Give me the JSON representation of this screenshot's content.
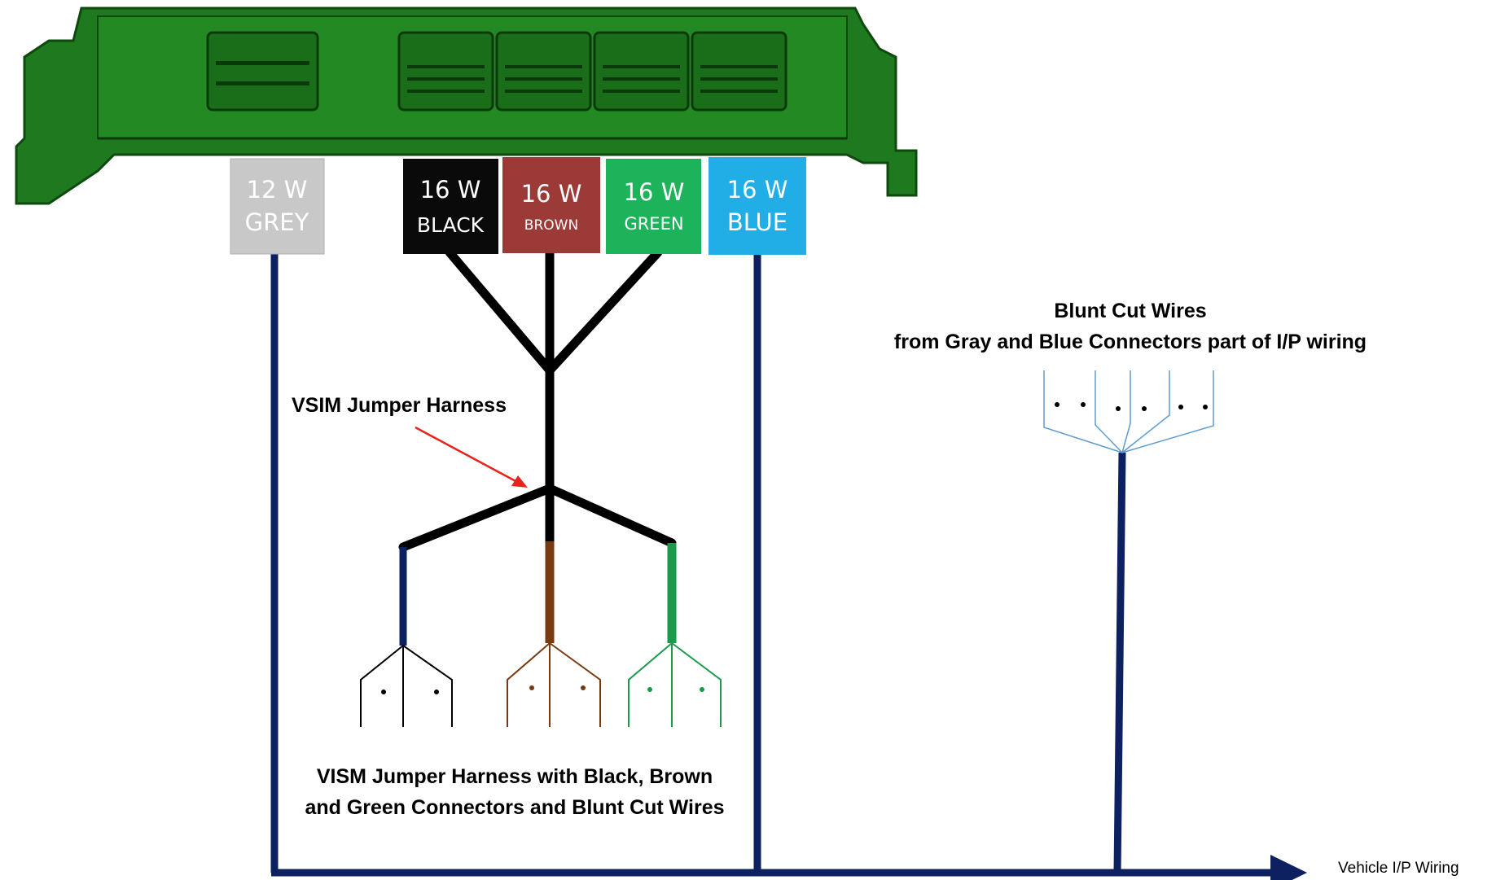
{
  "connectors": [
    {
      "id": "grey",
      "line1": "12 W",
      "line2": "GREY",
      "bg": "#c8c8c8",
      "fg": "#ffffff"
    },
    {
      "id": "black",
      "line1": "16 W",
      "line2": "BLACK",
      "bg": "#0a0a0a",
      "fg": "#ffffff"
    },
    {
      "id": "brown",
      "line1": "16 W",
      "line2": "BROWN",
      "bg": "#9b3a36",
      "fg": "#ffffff"
    },
    {
      "id": "green",
      "line1": "16 W",
      "line2": "GREEN",
      "bg": "#1db35a",
      "fg": "#ffffff"
    },
    {
      "id": "blue",
      "line1": "16 W",
      "line2": "BLUE",
      "bg": "#21aee6",
      "fg": "#ffffff"
    }
  ],
  "labels": {
    "jumper_harness": "VSIM Jumper Harness",
    "harness_caption_line1": "VISM Jumper Harness with Black, Brown",
    "harness_caption_line2": "and Green Connectors and Blunt Cut Wires",
    "blunt_cut_line1": "Blunt Cut Wires",
    "blunt_cut_line2": "from Gray and Blue Connectors part of I/P wiring",
    "vehicle_wiring": "Vehicle I/P Wiring"
  },
  "colors": {
    "module_green": "#1f7a1f",
    "module_dark": "#0e4a0e",
    "navy_wire": "#0d2060",
    "harness_black": "#000000",
    "wire_brown": "#7a3a10",
    "wire_green": "#1a9a4a",
    "blunt_wire_light_blue": "#5b9bd5",
    "arrow_red": "#e8231d"
  }
}
